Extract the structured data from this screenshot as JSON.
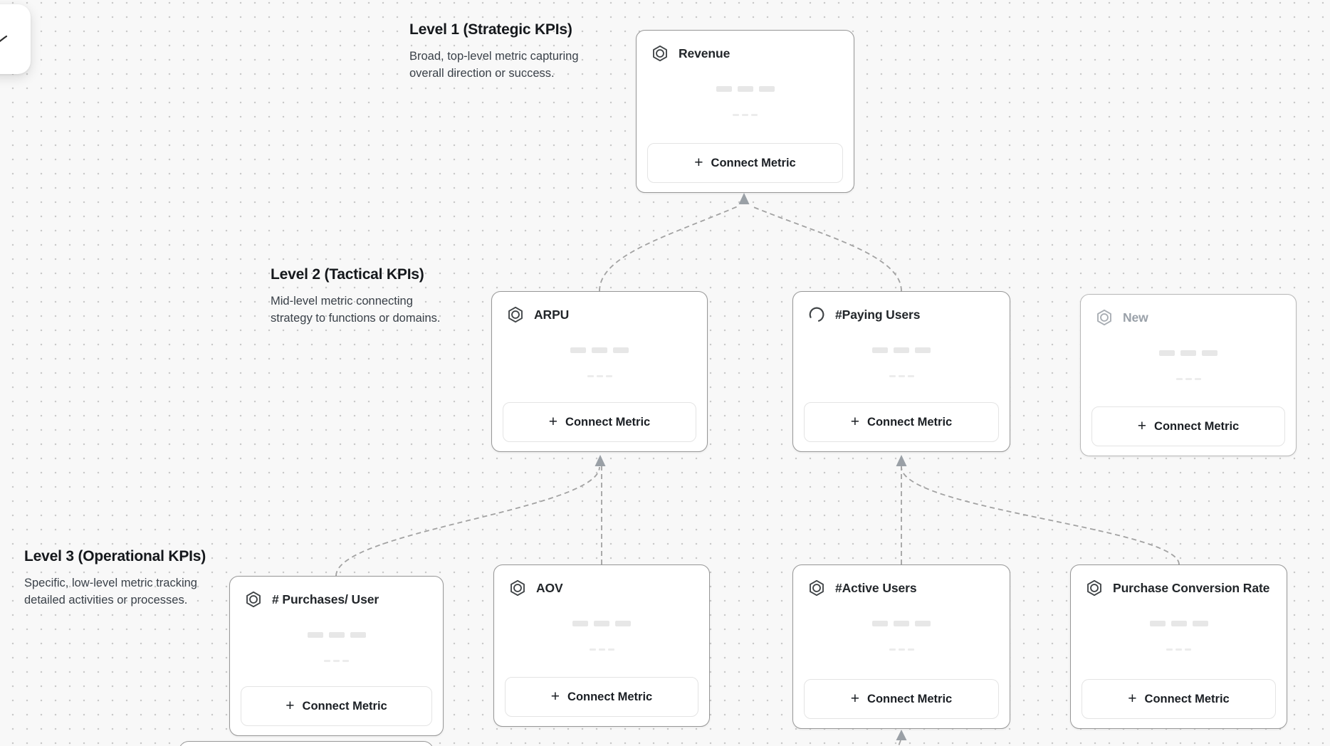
{
  "app": {
    "view": "kpi-tree-canvas"
  },
  "levels": [
    {
      "title": "Level 1 (Strategic KPIs)",
      "description": "Broad, top-level metric capturing overall direction or success."
    },
    {
      "title": "Level 2 (Tactical KPIs)",
      "description": "Mid-level metric connecting strategy to functions or domains."
    },
    {
      "title": "Level 3 (Operational KPIs)",
      "description": "Specific, low-level metric tracking detailed activities or processes."
    }
  ],
  "cards": {
    "revenue": {
      "title": "Revenue",
      "icon": "hexagon-ring-icon",
      "state": "default",
      "level": 1
    },
    "arpu": {
      "title": "ARPU",
      "icon": "hexagon-ring-icon",
      "state": "default",
      "level": 2
    },
    "paying": {
      "title": "#Paying Users",
      "icon": "loading-spinner-icon",
      "state": "loading",
      "level": 2
    },
    "new": {
      "title": "New",
      "icon": "hexagon-ring-icon",
      "state": "placeholder",
      "level": 2
    },
    "purchases": {
      "title": "# Purchases/ User",
      "icon": "hexagon-ring-icon",
      "state": "default",
      "level": 3
    },
    "aov": {
      "title": "AOV",
      "icon": "hexagon-ring-icon",
      "state": "default",
      "level": 3
    },
    "active": {
      "title": "#Active Users",
      "icon": "hexagon-ring-icon",
      "state": "default",
      "level": 3
    },
    "pcr": {
      "title": "Purchase Conversion Rate",
      "icon": "hexagon-ring-icon",
      "state": "default",
      "level": 3
    }
  },
  "buttons": {
    "connect_metric": "Connect Metric",
    "plus_glyph": "+"
  },
  "connectors": [
    "arpu->revenue",
    "paying->revenue",
    "purchases->arpu",
    "aov->arpu",
    "active->paying",
    "pcr->paying",
    "below-viewport->active"
  ],
  "colors": {
    "canvas_bg": "#f8f8f8",
    "grid_dot": "#c9c9c9",
    "card_bg": "#ffffff",
    "card_border": "#979797",
    "muted_border": "#b8b8b8",
    "muted_text": "#9aa1a9",
    "connector": "#a2a2a2",
    "arrowhead": "#9aa0a6",
    "skeleton": "#e7e7e7",
    "button_border": "#e4e4e4",
    "text_primary": "#15181c",
    "text_secondary": "#3a4149"
  }
}
